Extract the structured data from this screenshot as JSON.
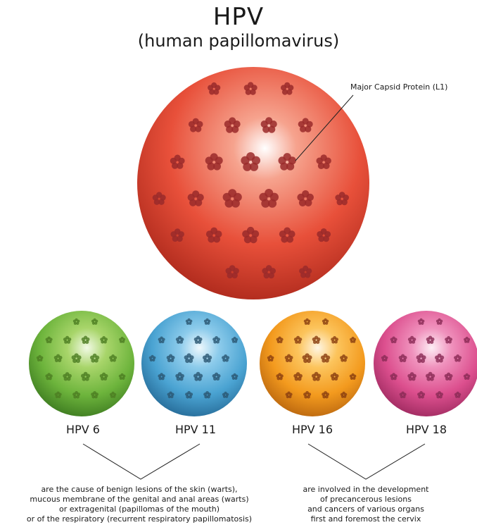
{
  "title": "HPV",
  "subtitle": "(human papillomavirus)",
  "callout": "Major Capsid Protein (L1)",
  "types": [
    {
      "label": "HPV 6",
      "color": "green"
    },
    {
      "label": "HPV 11",
      "color": "blue"
    },
    {
      "label": "HPV 16",
      "color": "orange"
    },
    {
      "label": "HPV 18",
      "color": "pink"
    }
  ],
  "description_low_risk": "are the cause of benign lesions of the skin (warts),\nmucous membrane of the genital and anal areas (warts)\nor extragenital (papillomas of the mouth)\nor of the respiratory (recurrent respiratory papillomatosis)",
  "description_high_risk": "are involved in the development\nof precancerous lesions\nand cancers of various organs\nfirst and foremost the cervix",
  "colors": {
    "main_sphere": "#e8503a",
    "green": "#6db43c",
    "blue": "#4aa3d2",
    "orange": "#f39a1e",
    "pink": "#dc4f8e"
  }
}
